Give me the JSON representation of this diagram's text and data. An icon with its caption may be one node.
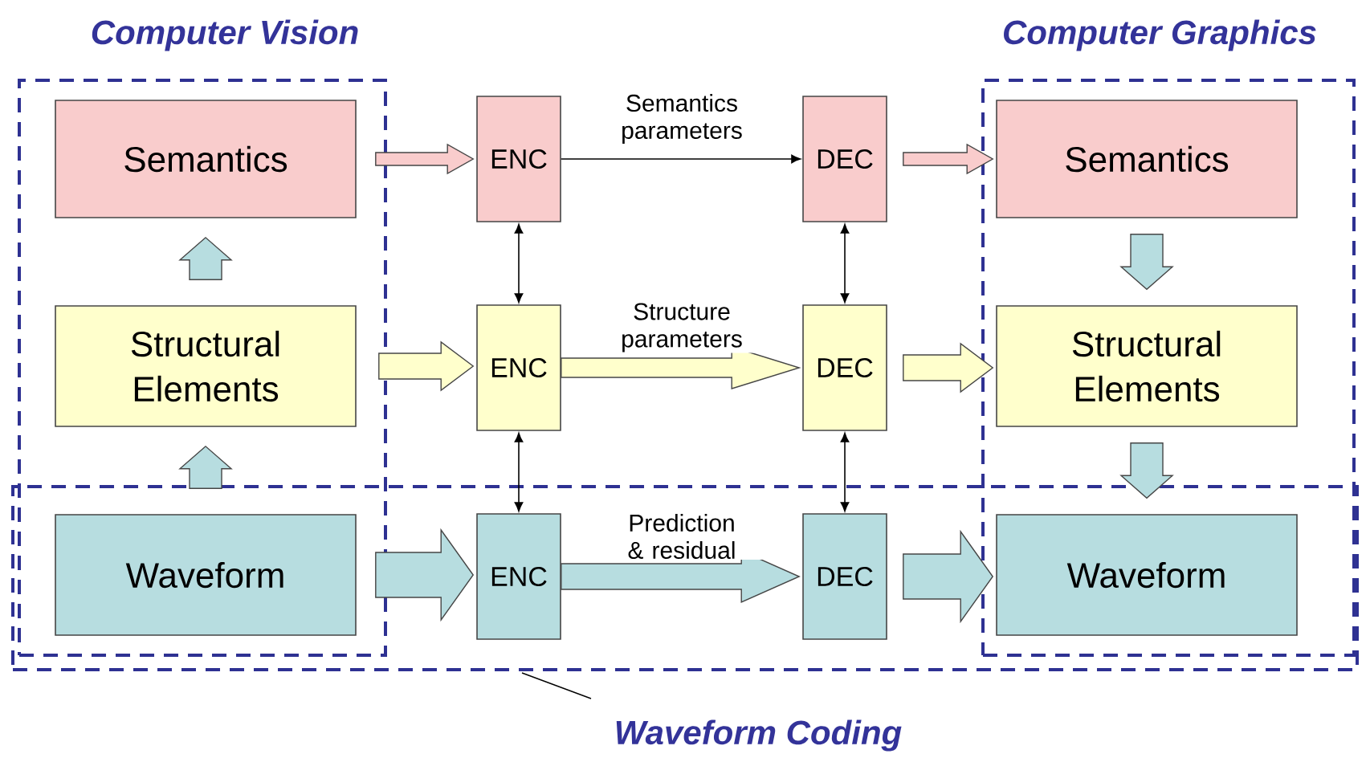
{
  "diagram": {
    "nodes": [
      {
        "text": [
          "Computer Vision"
        ]
      },
      {
        "text": [
          "Computer Graphics"
        ]
      },
      {
        "text": [
          "Waveform Coding"
        ]
      },
      {
        "text": [
          "Semantics"
        ],
        "in": 0
      },
      {
        "text": [
          "Structural Elements"
        ],
        "in": 0
      },
      {
        "text": [
          "Waveform"
        ]
      },
      {
        "text": [
          "ENC"
        ]
      },
      {
        "text": [
          "DEC"
        ]
      },
      {
        "text": [
          "ENC"
        ]
      },
      {
        "text": [
          "DEC"
        ]
      },
      {
        "text": [
          "ENC"
        ],
        "in": 2
      },
      {
        "text": [
          "DEC"
        ],
        "in": 2
      },
      {
        "text": [
          "Semantics"
        ],
        "in": 1
      },
      {
        "text": [
          "Structural Elements"
        ],
        "in": 1
      },
      {
        "text": [
          "Waveform"
        ]
      }
    ],
    "edges": [
      {
        "from": 3,
        "to": 6,
        "arrow": "to",
        "style": "thick",
        "color": "#f9cccc"
      },
      {
        "from": 6,
        "to": 7,
        "arrow": "to",
        "label": "Semantics parameters"
      },
      {
        "from": 7,
        "to": 12,
        "arrow": "to",
        "style": "thick",
        "color": "#f9cccc"
      },
      {
        "from": 4,
        "to": 8,
        "arrow": "to",
        "style": "thick",
        "color": "#ffffcc"
      },
      {
        "from": 8,
        "to": 9,
        "arrow": "to",
        "style": "thick",
        "color": "#ffffcc",
        "label": "Structure parameters"
      },
      {
        "from": 9,
        "to": 13,
        "arrow": "to",
        "style": "thick",
        "color": "#ffffcc"
      },
      {
        "from": 5,
        "to": 10,
        "arrow": "to",
        "style": "thick",
        "color": "#b7dde0"
      },
      {
        "from": 10,
        "to": 11,
        "arrow": "to",
        "style": "thick",
        "color": "#b7dde0",
        "label": "Prediction & residual"
      },
      {
        "from": 11,
        "to": 14,
        "arrow": "to",
        "style": "thick",
        "color": "#b7dde0"
      },
      {
        "from": 5,
        "to": 4,
        "arrow": "to",
        "style": "thick",
        "color": "#b7dde0"
      },
      {
        "from": 4,
        "to": 3,
        "arrow": "to",
        "style": "thick",
        "color": "#b7dde0"
      },
      {
        "from": 12,
        "to": 13,
        "arrow": "to",
        "style": "thick",
        "color": "#b7dde0"
      },
      {
        "from": 13,
        "to": 14,
        "arrow": "to",
        "style": "thick",
        "color": "#b7dde0"
      },
      {
        "from": 6,
        "to": 8,
        "arrow": "both"
      },
      {
        "from": 8,
        "to": 10,
        "arrow": "both"
      },
      {
        "from": 7,
        "to": 9,
        "arrow": "both"
      },
      {
        "from": 9,
        "to": 11,
        "arrow": "both"
      }
    ]
  }
}
